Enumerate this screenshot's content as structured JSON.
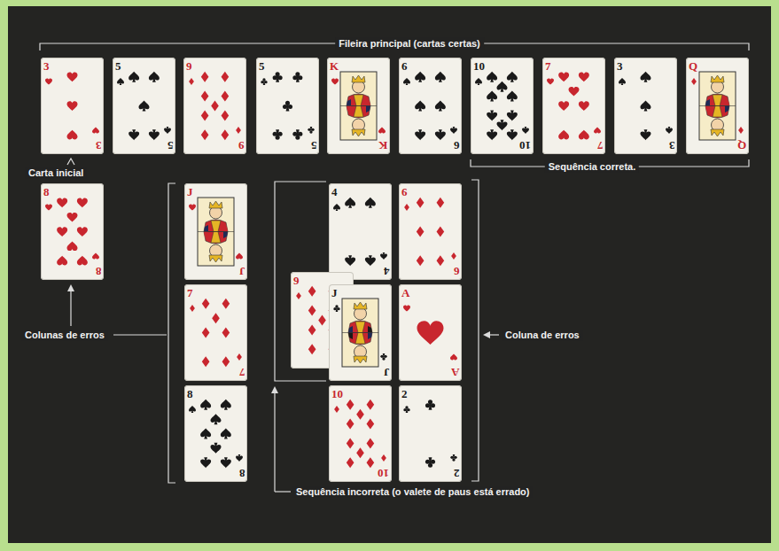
{
  "diagram": {
    "nodes": [
      {
        "text": [
          "3",
          "3"
        ]
      },
      {
        "text": [
          "5",
          "5"
        ]
      },
      {
        "text": [
          "9",
          "9"
        ]
      },
      {
        "text": [
          "5",
          "5"
        ]
      },
      {
        "text": [
          "K",
          "K"
        ]
      },
      {
        "text": [
          "6",
          "6"
        ]
      },
      {
        "text": [
          "10",
          "10"
        ]
      },
      {
        "text": [
          "7",
          "7"
        ]
      },
      {
        "text": [
          "3",
          "3"
        ]
      },
      {
        "text": [
          "Q",
          "Q"
        ]
      },
      {
        "text": [
          "8",
          "8"
        ]
      },
      {
        "text": [
          "J",
          "J"
        ]
      },
      {
        "text": [
          "7",
          "7"
        ]
      },
      {
        "text": [
          "8",
          "8"
        ]
      },
      {
        "text": [
          "4",
          "4"
        ]
      },
      {
        "text": [
          "9"
        ]
      },
      {
        "text": [
          "J",
          "J"
        ]
      },
      {
        "text": [
          "10",
          "10"
        ]
      },
      {
        "text": [
          "6",
          "6"
        ]
      },
      {
        "text": [
          "A",
          "A"
        ]
      },
      {
        "text": [
          "2",
          "2"
        ]
      }
    ],
    "labels": [
      "Fileira principal (cartas certas)",
      "Carta inicial",
      "Sequência correta.",
      "Colunas de erros",
      "Coluna de erros",
      "Sequência incorreta (o valete de paus está errado)"
    ]
  }
}
